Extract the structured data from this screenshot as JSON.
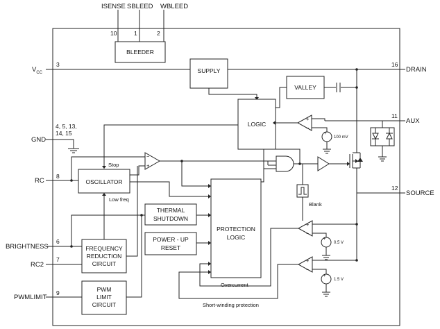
{
  "top_pins": [
    {
      "name": "ISENSE",
      "number": "10"
    },
    {
      "name": "SBLEED",
      "number": "1"
    },
    {
      "name": "WBLEED",
      "number": "2"
    }
  ],
  "left_pins": {
    "vcc": {
      "name": "V",
      "subscript": "CC",
      "number": "3"
    },
    "gnd": {
      "name": "GND",
      "number_line1": "4, 5, 13,",
      "number_line2": "14, 15"
    },
    "rc": {
      "name": "RC",
      "number": "8"
    },
    "brightness": {
      "name": "BRIGHTNESS",
      "number": "6"
    },
    "rc2": {
      "name": "RC2",
      "number": "7"
    },
    "pwmlimit": {
      "name": "PWMLIMIT",
      "number": "9"
    }
  },
  "right_pins": {
    "drain": {
      "name": "DRAIN",
      "number": "16"
    },
    "aux": {
      "name": "AUX",
      "number": "11"
    },
    "source": {
      "name": "SOURCE",
      "number": "12"
    }
  },
  "blocks": {
    "bleeder": "BLEEDER",
    "supply": "SUPPLY",
    "valley": "VALLEY",
    "logic": "LOGIC",
    "oscillator": "OSCILLATOR",
    "thermal_line1": "THERMAL",
    "thermal_line2": "SHUTDOWN",
    "powerup_line1": "POWER - UP",
    "powerup_line2": "RESET",
    "protection_line1": "PROTECTION",
    "protection_line2": "LOGIC",
    "freq_line1": "FREQUENCY",
    "freq_line2": "REDUCTION",
    "freq_line3": "CIRCUIT",
    "pwm_line1": "PWM",
    "pwm_line2": "LIMIT",
    "pwm_line3": "CIRCUIT"
  },
  "labels": {
    "stop": "Stop",
    "low_freq": "Low freq",
    "blank": "Blank",
    "overcurrent": "Overcurrent",
    "short_winding": "Short-winding protection",
    "ref_100mv": "100 mV",
    "ref_05v": "0.5 V",
    "ref_15v": "1.5 V"
  }
}
